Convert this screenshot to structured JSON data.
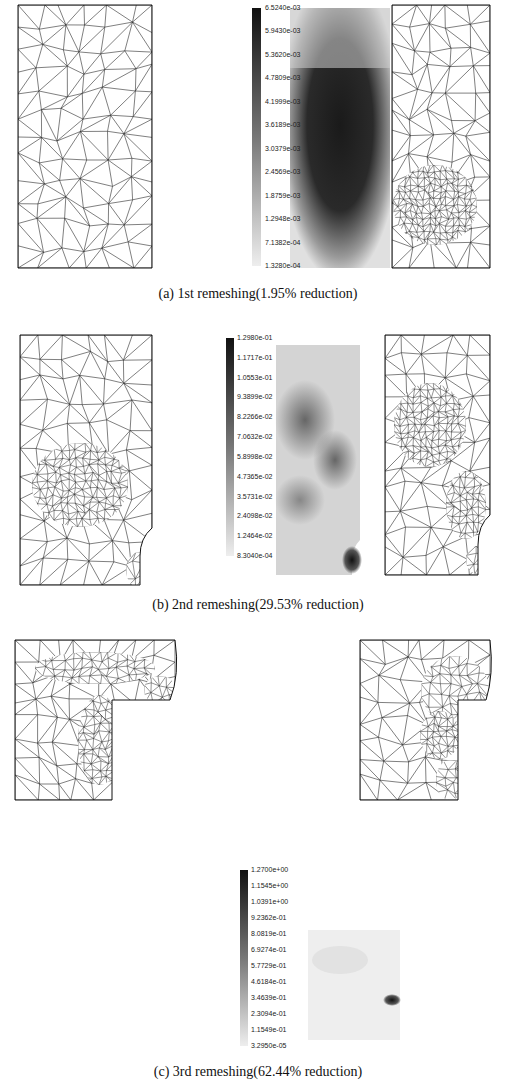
{
  "diagram": {
    "labels": [
      "6.5240e-03",
      "5.9430e-03",
      "5.3620e-03",
      "4.7809e-03",
      "4.1999e-03",
      "3.6189e-03",
      "3.0379e-03",
      "2.4569e-03",
      "1.8759e-03",
      "1.2948e-03",
      "7.1382e-04",
      "1.3280e-04",
      "(a) 1st remeshing(1.95% reduction)",
      "1.2980e-01",
      "1.1717e-01",
      "1.0553e-01",
      "9.3899e-02",
      "8.2266e-02",
      "7.0632e-02",
      "5.8998e-02",
      "4.7365e-02",
      "3.5731e-02",
      "2.4098e-02",
      "1.2464e-02",
      "8.3040e-04",
      "(b) 2nd remeshing(29.53% reduction)",
      "1.2700e+00",
      "1.1545e+00",
      "1.0391e+00",
      "9.2362e-01",
      "8.0819e-01",
      "6.9274e-01",
      "5.7729e-01",
      "4.6184e-01",
      "3.4639e-01",
      "2.3094e-01",
      "1.1549e-01",
      "3.2950e-05",
      "(c) 3rd remeshing(62.44% reduction)"
    ]
  }
}
